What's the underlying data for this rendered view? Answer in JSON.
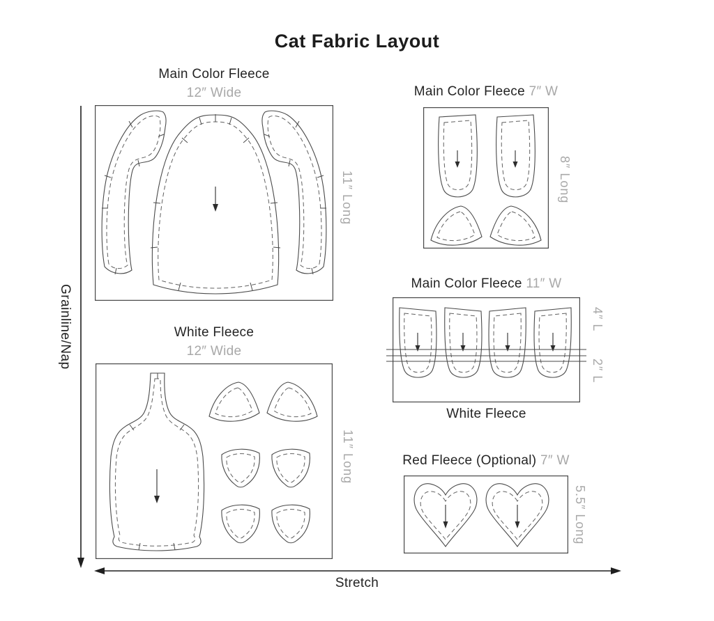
{
  "title": "Cat Fabric Layout",
  "axes": {
    "vertical": "Grainline/Nap",
    "horizontal": "Stretch"
  },
  "panels": {
    "main_body": {
      "name": "Main Color Fleece",
      "width": "12″ Wide",
      "length": "11″ Long"
    },
    "ears_tails": {
      "name": "Main Color Fleece",
      "width": "7″  W",
      "length": "8″ Long"
    },
    "legs": {
      "name": "Main Color Fleece",
      "width": "11″ W",
      "length_main": "4″ L",
      "length_white": "2″ L",
      "second_fabric": "White Fleece"
    },
    "belly": {
      "name": "White Fleece",
      "width": "12″ Wide",
      "length": "11″ Long"
    },
    "hearts": {
      "name": "Red Fleece (Optional)",
      "width": "7″ W",
      "length": "5.5″ Long"
    }
  },
  "colors": {
    "ink": "#212121",
    "muted": "#a8a8a8",
    "piece_outline": "#4a4a4a"
  }
}
